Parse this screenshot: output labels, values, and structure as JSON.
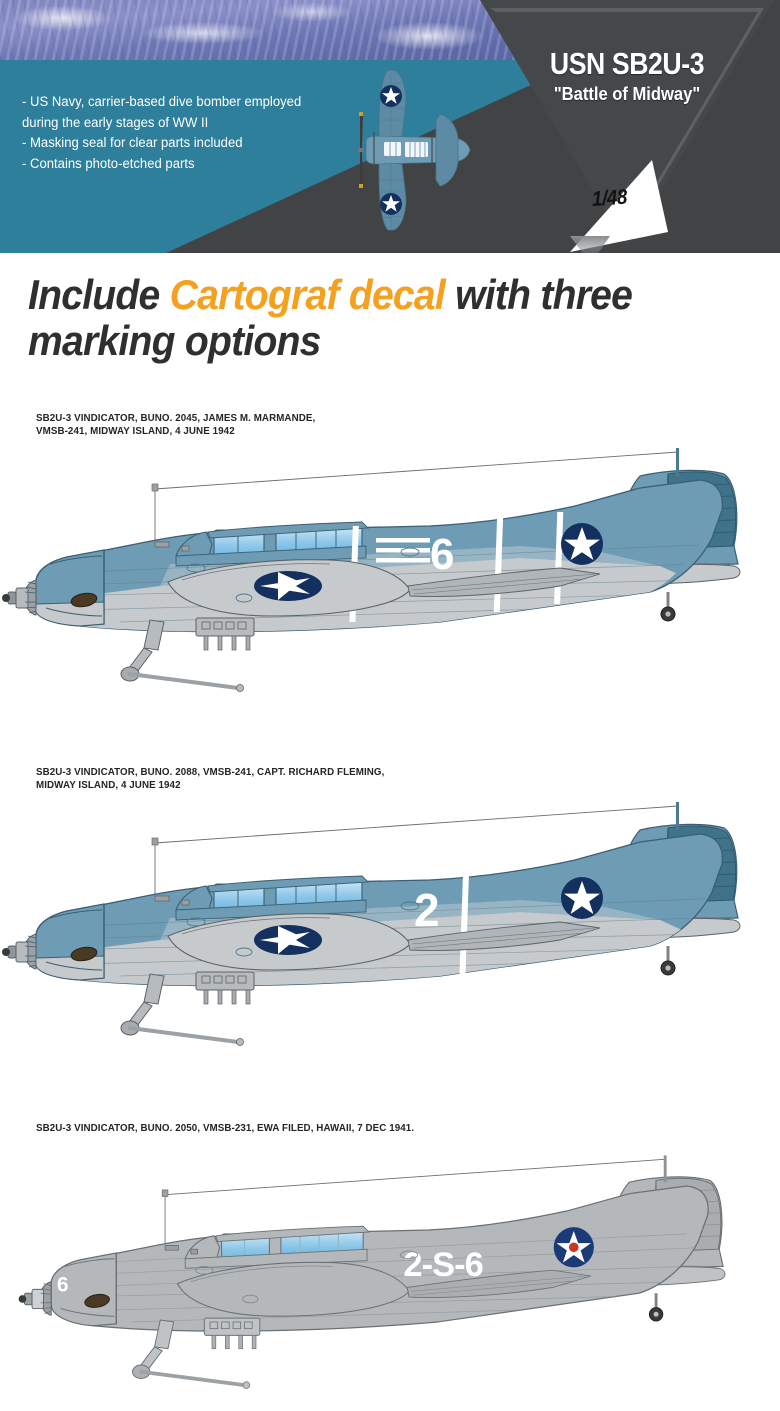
{
  "header": {
    "title": "USN SB2U-3",
    "subtitle": "\"Battle of Midway\"",
    "scale": "1/48",
    "bullets": [
      "- US Navy, carrier-based dive bomber employed\n   during the early stages of WW II",
      "- Masking seal for clear parts included",
      "- Contains photo-etched parts"
    ],
    "colors": {
      "teal": "#2d7f9b",
      "dark_grey": "#414345",
      "triangle_grey": "#45484b",
      "white": "#ffffff"
    }
  },
  "headline": {
    "line1_pre": "Include ",
    "line1_accent": "Cartograf decal",
    "line1_post": " with three",
    "line2": "marking options",
    "accent_color": "#f5a01e",
    "text_color": "#2f2f2f"
  },
  "markings": [
    {
      "caption": "SB2U-3 VINDICATOR, BUNO. 2045, JAMES M. MARMANDE,\nVMSB-241, MIDWAY ISLAND, 4 JUNE 1942",
      "fuselage_code": "6",
      "cowl_code": "",
      "scheme": "blue-grey over light grey",
      "upper_color": "#6d9cb4",
      "lower_color": "#c6cacd",
      "tail_color": "#3f7389",
      "roundel": "star-blue",
      "has_fuselage_stripes": true
    },
    {
      "caption": "SB2U-3 VINDICATOR, BUNO. 2088, VMSB-241, CAPT. RICHARD FLEMING,\nMIDWAY ISLAND, 4 JUNE 1942",
      "fuselage_code": "2",
      "cowl_code": "",
      "scheme": "blue-grey over light grey",
      "upper_color": "#6d9cb4",
      "lower_color": "#c6cacd",
      "tail_color": "#3f7389",
      "roundel": "star-blue",
      "has_fuselage_stripes": true
    },
    {
      "caption": "SB2U-3 VINDICATOR, BUNO. 2050, VMSB-231, EWA FILED, HAWAII, 7 DEC 1941.",
      "fuselage_code": "2-S-6",
      "cowl_code": "6",
      "scheme": "overall light grey",
      "upper_color": "#b4b8bb",
      "lower_color": "#b4b8bb",
      "tail_color": "#a9adb0",
      "roundel": "star-blue-red-center",
      "has_fuselage_stripes": false
    }
  ]
}
